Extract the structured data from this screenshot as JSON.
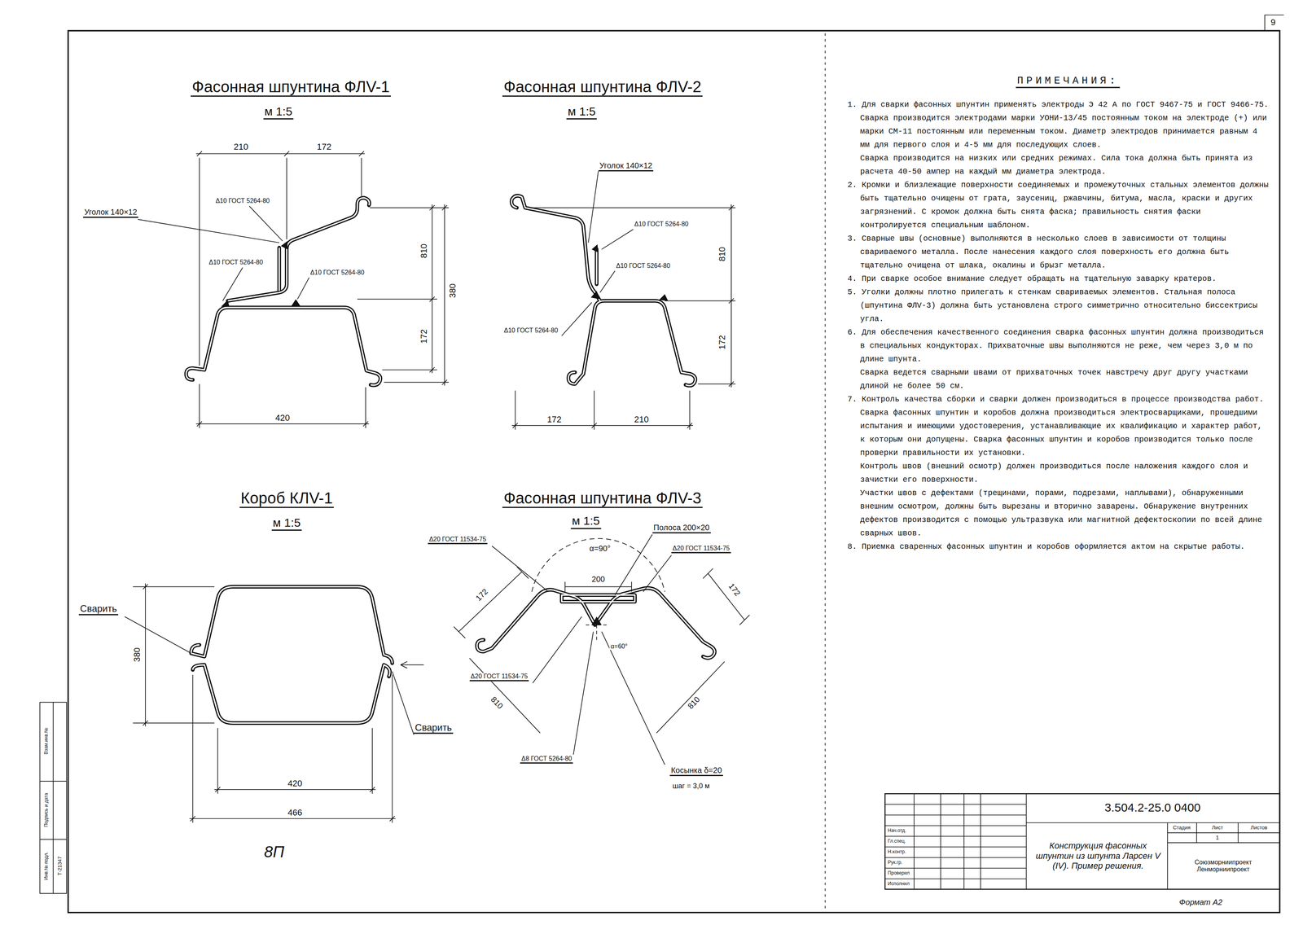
{
  "diagram": {
    "labels": [
      "Фасонная шпунтина ФЛV-1",
      "м 1:5",
      "Фасонная шпунтина ФЛV-2",
      "м 1:5",
      "Короб КЛV-1",
      "м 1:5",
      "Фасонная шпунтина ФЛV-3",
      "м 1:5",
      "210",
      "172",
      "Уголок 140×12",
      "Δ10 ГОСТ 5264-80",
      "Δ10 ГОСТ 5264-80",
      "Δ10 ГОСТ 5264-80",
      "810",
      "380",
      "172",
      "420",
      "Уголок 140×12",
      "Δ10 ГОСТ 5264-80",
      "Δ10 ГОСТ 5264-80",
      "Δ10 ГОСТ 5264-80",
      "810",
      "172",
      "172",
      "210",
      "Сварить",
      "380",
      "Сварить",
      "420",
      "466",
      "Δ20 ГОСТ 11534-75",
      "Полоса 200×20",
      "Δ20 ГОСТ 11534-75",
      "α=90°",
      "200",
      "172",
      "172",
      "α=60°",
      "Δ20 ГОСТ 11534-75",
      "810",
      "810",
      "Δ8 ГОСТ 5264-80",
      "Косынка δ=20",
      "шаг = 3,0 м",
      "ПРИМЕЧАНИЯ:",
      "1. Для сварки фасонных шпунтин применять электроды Э 42 А по ГОСТ 9467-75 и ГОСТ 9466-75. Сварка производится электродами марки УОНИ-13/45 постоянным током на электроде (+) или марки СМ-11 постоянным или переменным током. Диаметр электродов принимается равным 4 мм для первого слоя и 4-5 мм для последующих слоев.",
      "Сварка производится на низких или средних режимах. Сила тока должна быть принята из расчета 40-50 ампер на каждый мм диаметра электрода.",
      "2. Кромки и близлежащие поверхности соединяемых и промежуточных стальных элементов должны быть тщательно очищены от грата, заусениц, ржавчины, битума, масла, краски и других загрязнений. С кромок должна быть снята фаска; правильность снятия фаски контролируется специальным шаблоном.",
      "3. Сварные швы (основные) выполняются в несколько слоев в зависимости от толщины свариваемого металла. После нанесения каждого слоя поверхность его должна быть тщательно очищена от шлака, окалины и брызг металла.",
      "4. При сварке особое внимание следует обращать на тщательную заварку кратеров.",
      "5. Уголки должны плотно прилегать к стенкам свариваемых элементов. Стальная полоса (шпунтина ФЛV-3) должна быть установлена строго симметрично относительно биссектрисы угла.",
      "6. Для обеспечения качественного соединения сварка фасонных шпунтин должна производиться в специальных кондукторах. Прихваточные швы выполняются не реже, чем через 3,0 м по длине шпунта.",
      "Сварка ведется сварными швами от прихваточных точек навстречу друг другу участками длиной не более 50 см.",
      "7. Контроль качества сборки и сварки должен производиться в процессе производства работ.",
      "Сварка фасонных шпунтин и коробов должна производиться электросварщиками, прошедшими испытания и имеющими удостоверения, устанавливающие их квалификацию и характер работ, к которым они допущены. Сварка фасонных шпунтин и коробов производится только после проверки правильности их установки.",
      "Контроль швов (внешний осмотр) должен производиться после наложения каждого слоя и зачистки его поверхности.",
      "Участки швов с дефектами (трещинами, порами, подрезами, наплывами), обнаруженными внешним осмотром, должны быть вырезаны и вторично заварены. Обнаружение внутренних дефектов производится с помощью ультразвука или магнитной дефектоскопии по всей длине сварных швов.",
      "8. Приемка сваренных фасонных шпунтин и коробов оформляется актом на скрытые работы.",
      "3.504.2-25.0 0400",
      "Конструкция фасонных шпунтин из шпунта Ларсен V (IV). Пример решения.",
      "Стадия",
      "Лист",
      "Листов",
      "1",
      "Союзморниипроект Ленморниипроект",
      "Нач.отд.",
      "Гл.спец.",
      "Н.контр.",
      "Рук.гр.",
      "Проверил",
      "Исполнил",
      "Формат А2",
      "9",
      "Инв.№ подл.",
      "Подпись и дата",
      "Взам.инв.№",
      "Т-21347",
      "8П"
    ]
  }
}
